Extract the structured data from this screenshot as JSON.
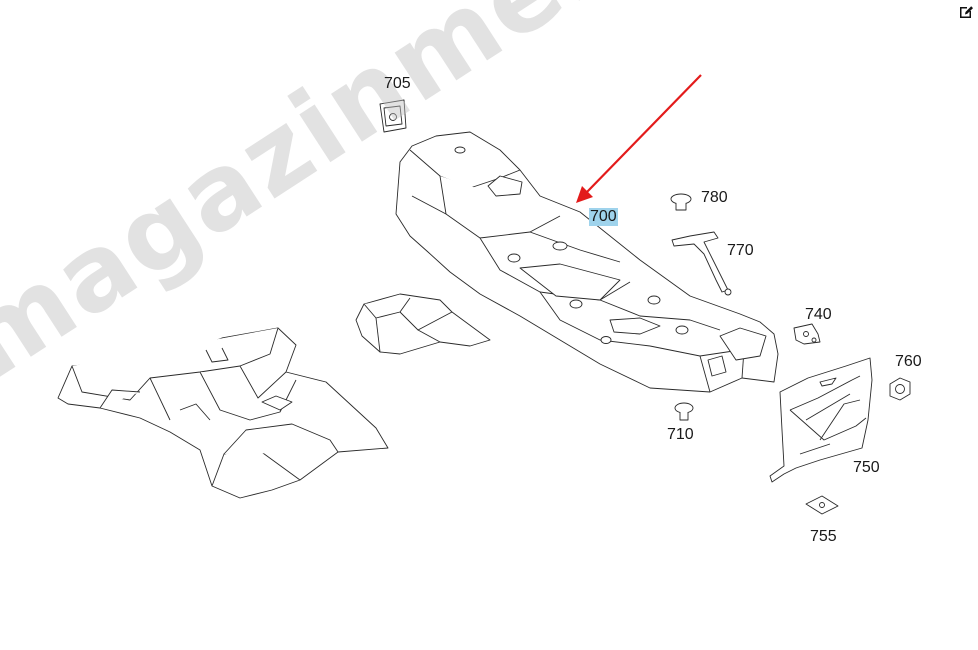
{
  "watermark": "magazinmercedes.ru",
  "callouts": [
    {
      "id": "705",
      "label": "705",
      "highlighted": false
    },
    {
      "id": "700",
      "label": "700",
      "highlighted": true
    },
    {
      "id": "780",
      "label": "780",
      "highlighted": false
    },
    {
      "id": "770",
      "label": "770",
      "highlighted": false
    },
    {
      "id": "740",
      "label": "740",
      "highlighted": false
    },
    {
      "id": "760",
      "label": "760",
      "highlighted": false
    },
    {
      "id": "710",
      "label": "710",
      "highlighted": false
    },
    {
      "id": "750",
      "label": "750",
      "highlighted": false
    },
    {
      "id": "755",
      "label": "755",
      "highlighted": false
    }
  ],
  "colors": {
    "arrow": "#e31b1b",
    "highlight": "#9fd3ec",
    "line": "#2a2a2a"
  },
  "icons": {
    "edit": "edit-icon"
  }
}
